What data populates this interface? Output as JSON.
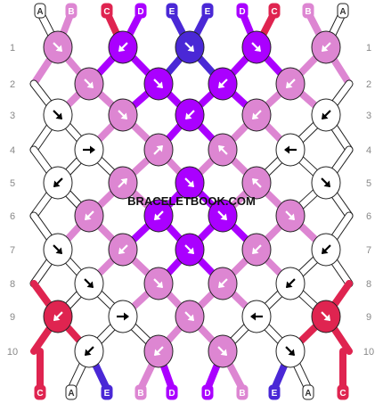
{
  "watermark": "BRACELETBOOK.COM",
  "colors": {
    "A": "#ffffff",
    "B": "#dd86d2",
    "C": "#df2450",
    "D": "#aa00ff",
    "E": "#4a28d6"
  },
  "top_strands": [
    "A",
    "B",
    "C",
    "D",
    "E",
    "E",
    "D",
    "C",
    "B",
    "A"
  ],
  "bottom_strands": [
    "C",
    "A",
    "E",
    "B",
    "D",
    "D",
    "B",
    "E",
    "A",
    "C"
  ],
  "row_labels": [
    "1",
    "2",
    "3",
    "4",
    "5",
    "6",
    "7",
    "8",
    "9",
    "10"
  ],
  "knot_rows": [
    [
      {
        "c": "B",
        "d": "se"
      },
      {
        "c": "D",
        "d": "sw"
      },
      {
        "c": "E",
        "d": "se"
      },
      {
        "c": "D",
        "d": "se"
      },
      {
        "c": "B",
        "d": "sw"
      }
    ],
    [
      {
        "c": "B",
        "d": "se"
      },
      {
        "c": "D",
        "d": "se"
      },
      {
        "c": "D",
        "d": "sw"
      },
      {
        "c": "B",
        "d": "sw"
      }
    ],
    [
      {
        "c": "A",
        "d": "se"
      },
      {
        "c": "B",
        "d": "se"
      },
      {
        "c": "D",
        "d": "sw"
      },
      {
        "c": "B",
        "d": "sw"
      },
      {
        "c": "A",
        "d": "sw"
      }
    ],
    [
      {
        "c": "A",
        "d": "e"
      },
      {
        "c": "B",
        "d": "ne"
      },
      {
        "c": "B",
        "d": "nw"
      },
      {
        "c": "A",
        "d": "w"
      }
    ],
    [
      {
        "c": "A",
        "d": "sw"
      },
      {
        "c": "B",
        "d": "ne"
      },
      {
        "c": "D",
        "d": "se"
      },
      {
        "c": "B",
        "d": "nw"
      },
      {
        "c": "A",
        "d": "se"
      }
    ],
    [
      {
        "c": "B",
        "d": "sw"
      },
      {
        "c": "D",
        "d": "sw"
      },
      {
        "c": "D",
        "d": "se"
      },
      {
        "c": "B",
        "d": "se"
      }
    ],
    [
      {
        "c": "A",
        "d": "se"
      },
      {
        "c": "B",
        "d": "sw"
      },
      {
        "c": "D",
        "d": "se"
      },
      {
        "c": "B",
        "d": "sw"
      },
      {
        "c": "A",
        "d": "sw"
      }
    ],
    [
      {
        "c": "A",
        "d": "se"
      },
      {
        "c": "B",
        "d": "se"
      },
      {
        "c": "B",
        "d": "sw"
      },
      {
        "c": "A",
        "d": "sw"
      }
    ],
    [
      {
        "c": "C",
        "d": "sw"
      },
      {
        "c": "A",
        "d": "e"
      },
      {
        "c": "B",
        "d": "se"
      },
      {
        "c": "A",
        "d": "w"
      },
      {
        "c": "C",
        "d": "se"
      }
    ],
    [
      {
        "c": "A",
        "d": "sw"
      },
      {
        "c": "B",
        "d": "sw"
      },
      {
        "c": "B",
        "d": "se"
      },
      {
        "c": "A",
        "d": "se"
      }
    ]
  ]
}
